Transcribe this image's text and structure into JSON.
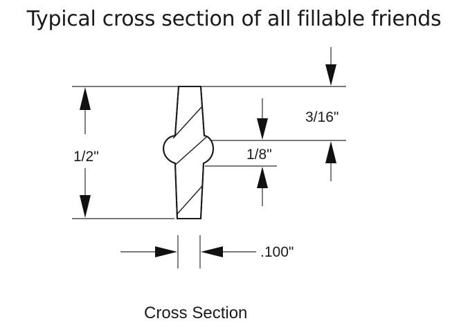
{
  "title": "Typical cross section of all fillable friends",
  "dimensions": {
    "total_height": "1/2\"",
    "top_to_bulge": "3/16\"",
    "bulge_height": "1/8\"",
    "thickness": ".100\""
  },
  "caption": "Cross Section"
}
